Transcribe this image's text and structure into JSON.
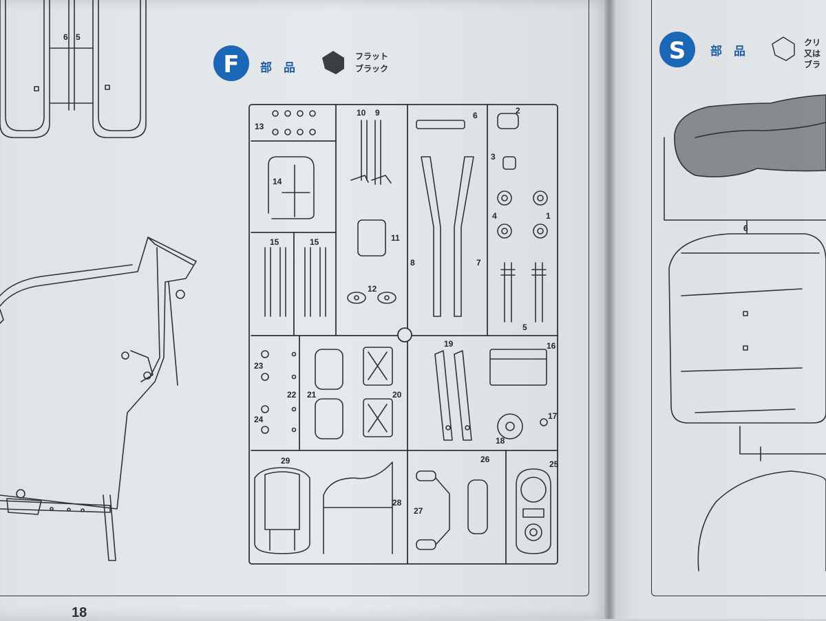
{
  "page_number": "18",
  "section_f": {
    "letter": "F",
    "label": "部　品",
    "paint_line1": "フラット",
    "paint_line2": "ブラック"
  },
  "section_s": {
    "letter": "S",
    "label": "部　品",
    "paint_line1": "クリ",
    "paint_line2": "又は",
    "paint_line3": "ブラ"
  },
  "sprue_parts": [
    {
      "id": "13",
      "label": "13"
    },
    {
      "id": "10",
      "label": "10"
    },
    {
      "id": "9",
      "label": "9"
    },
    {
      "id": "6",
      "label": "6"
    },
    {
      "id": "2",
      "label": "2"
    },
    {
      "id": "3",
      "label": "3"
    },
    {
      "id": "14",
      "label": "14"
    },
    {
      "id": "4",
      "label": "4"
    },
    {
      "id": "1",
      "label": "1"
    },
    {
      "id": "11",
      "label": "11"
    },
    {
      "id": "15a",
      "label": "15"
    },
    {
      "id": "15b",
      "label": "15"
    },
    {
      "id": "8",
      "label": "8"
    },
    {
      "id": "7",
      "label": "7"
    },
    {
      "id": "12",
      "label": "12"
    },
    {
      "id": "5",
      "label": "5"
    },
    {
      "id": "19",
      "label": "19"
    },
    {
      "id": "16",
      "label": "16"
    },
    {
      "id": "23",
      "label": "23"
    },
    {
      "id": "22",
      "label": "22"
    },
    {
      "id": "21",
      "label": "21"
    },
    {
      "id": "20",
      "label": "20"
    },
    {
      "id": "24",
      "label": "24"
    },
    {
      "id": "17",
      "label": "17"
    },
    {
      "id": "18",
      "label": "18"
    },
    {
      "id": "29",
      "label": "29"
    },
    {
      "id": "26",
      "label": "26"
    },
    {
      "id": "25",
      "label": "25"
    },
    {
      "id": "28",
      "label": "28"
    },
    {
      "id": "27",
      "label": "27"
    }
  ],
  "left_parts": [
    {
      "id": "6l",
      "label": "6"
    },
    {
      "id": "5l",
      "label": "5"
    }
  ],
  "right_parts": [
    {
      "id": "6r",
      "label": "6"
    }
  ]
}
